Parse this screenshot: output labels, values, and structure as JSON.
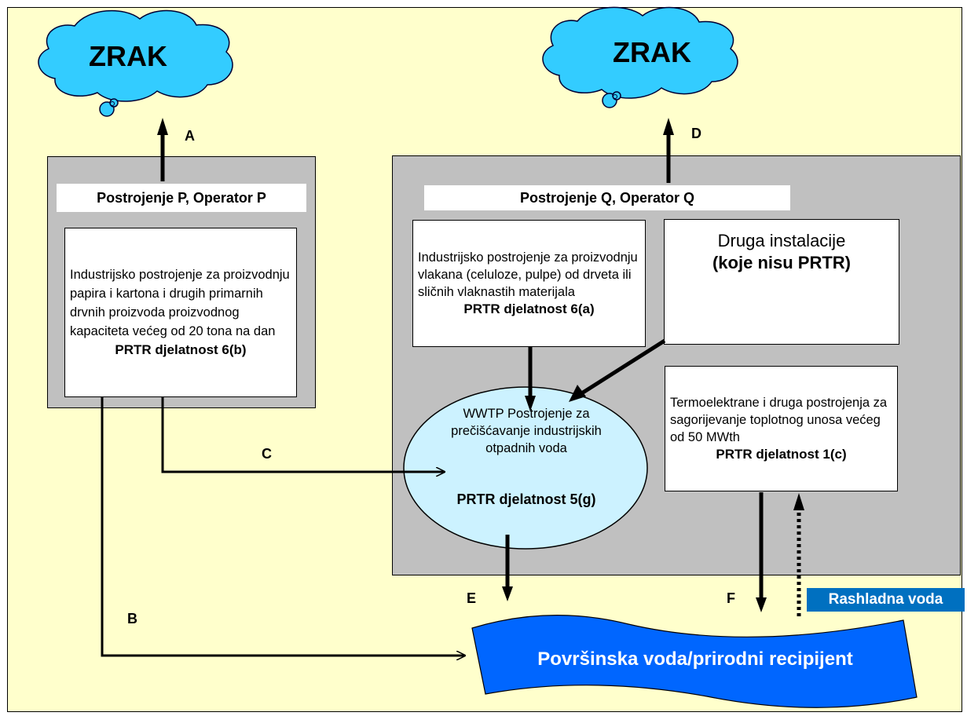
{
  "colors": {
    "background": "#ffffcc",
    "cloud": "#33ccff",
    "gray_box": "#c0c0c0",
    "wwtp_ellipse": "#ccf2ff",
    "water_body": "#0066ff",
    "rashladna_badge": "#0070c0"
  },
  "clouds": [
    {
      "label": "ZRAK"
    },
    {
      "label": "ZRAK"
    }
  ],
  "flows": {
    "a": "A",
    "b": "B",
    "c": "C",
    "d": "D",
    "e": "E",
    "f": "F"
  },
  "plant_p": {
    "title": "Postrojenje P, Operator P",
    "description": "Industrijsko postrojenje za proizvodnju papira i kartona i drugih primarnih drvnih proizvoda proizvodnog kapaciteta većeg od 20 tona na dan",
    "activity": "PRTR djelatnost 6(b)"
  },
  "plant_q": {
    "title": "Postrojenje Q, Operator Q",
    "pulp": {
      "description": "Industrijsko postrojenje za proizvodnju vlakana (celuloze, pulpe) od drveta ili sličnih vlaknastih materijala",
      "activity": "PRTR djelatnost 6(a)"
    },
    "other": {
      "title": "Druga instalacije",
      "subtitle": "(koje nisu PRTR)"
    },
    "wwtp": {
      "description": "WWTP Postrojenje za prečišćavanje industrijskih otpadnih voda",
      "activity": "PRTR djelatnost 5(g)"
    },
    "thermal": {
      "description": "Termoelektrane i druga postrojenja za sagorijevanje toplotnog unosa većeg od 50 MWth",
      "activity": "PRTR djelatnost 1(c)"
    }
  },
  "cooling_water": "Rashladna voda",
  "receiver": "Površinska voda/prirodni recipijent"
}
